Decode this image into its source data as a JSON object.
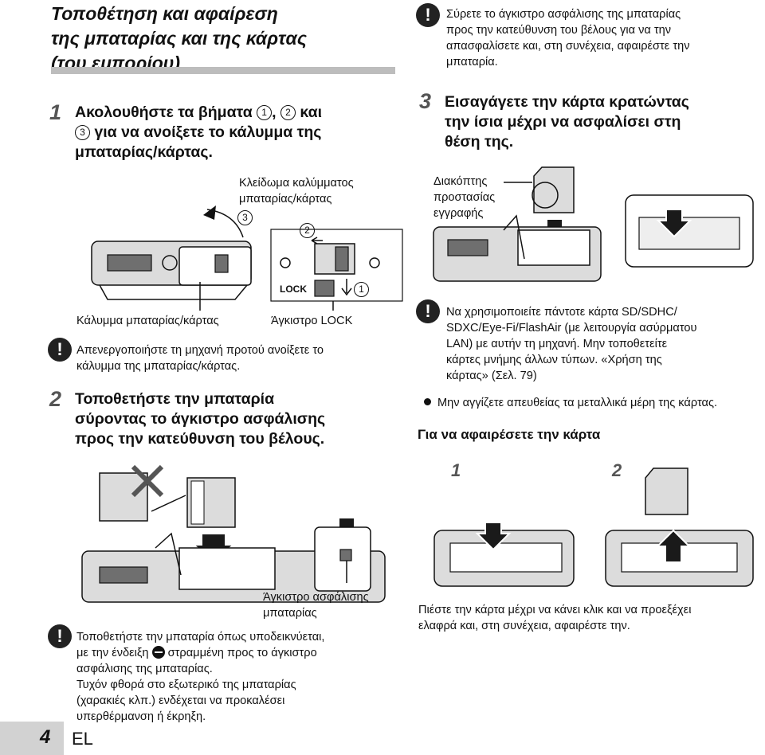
{
  "title": {
    "line1": "Τοποθέτηση και αφαίρεση",
    "line2": "της μπαταρίας και της κάρτας",
    "line3": "(του εμπορίου)"
  },
  "step1": {
    "num": "1",
    "part1": "Ακολουθήστε τα βήματα",
    "c1": "1",
    "sep": ",",
    "c2": "2",
    "and": "και",
    "c3": "3",
    "part2": "για να ανοίξετε το κάλυμμα της",
    "line3": "μπαταρίας/κάρτας."
  },
  "fig1": {
    "lock_label_line1": "Κλείδωμα καλύμματος",
    "lock_label_line2": "μπαταρίας/κάρτας",
    "n3": "3",
    "n2": "2",
    "n1": "1",
    "lock_text": "LOCK",
    "cover_label": "Κάλυμμα μπαταρίας/κάρτας",
    "knob_label": "Άγκιστρο LOCK"
  },
  "caution1": {
    "line1": "Απενεργοποιήστε τη μηχανή προτού ανοίξετε το",
    "line2": "κάλυμμα της μπαταρίας/κάρτας."
  },
  "step2": {
    "num": "2",
    "line1": "Τοποθετήστε την μπαταρία",
    "line2": "σύροντας το άγκιστρο ασφάλισης",
    "line3": "προς την κατεύθυνση του βέλους."
  },
  "fig2": {
    "latch_label_line1": "Άγκιστρο ασφάλισης",
    "latch_label_line2": "μπαταρίας"
  },
  "caution2": {
    "line1": "Τοποθετήστε την μπαταρία όπως υποδεικνύεται,",
    "line2a": "με την ένδειξη",
    "line2b": "στραμμένη προς το άγκιστρο",
    "line3": "ασφάλισης της μπαταρίας.",
    "line4": "Τυχόν φθορά στο εξωτερικό της μπαταρίας",
    "line5": "(χαρακιές κλπ.) ενδέχεται να προκαλέσει",
    "line6": "υπερθέρμανση ή έκρηξη."
  },
  "right_caution1": {
    "line1": "Σύρετε το άγκιστρο ασφάλισης της μπαταρίας",
    "line2": "προς την κατεύθυνση του βέλους για να την",
    "line3": "απασφαλίσετε και, στη συνέχεια, αφαιρέστε την",
    "line4": "μπαταρία."
  },
  "step3": {
    "num": "3",
    "line1": "Εισαγάγετε την κάρτα κρατώντας",
    "line2": "την ίσια μέχρι να ασφαλίσει στη",
    "line3": "θέση της."
  },
  "fig3": {
    "label_line1": "Διακόπτης",
    "label_line2": "προστασίας",
    "label_line3": "εγγραφής"
  },
  "right_caution2": {
    "line1": "Να χρησιμοποιείτε πάντοτε κάρτα SD/SDHC/",
    "line2": "SDXC/Eye-Fi/FlashAir (με λειτουργία ασύρματου",
    "line3": "LAN) με αυτήν τη μηχανή. Μην τοποθετείτε",
    "line4": "κάρτες μνήμης άλλων τύπων. «Χρήση της",
    "line5": "κάρτας» (Σελ. 79)"
  },
  "bullet": "Μην αγγίζετε απευθείας τα μεταλλικά μέρη της κάρτας.",
  "remove": {
    "heading": "Για να αφαιρέσετε την κάρτα",
    "n1": "1",
    "n2": "2",
    "text_line1": "Πιέστε την κάρτα μέχρι να κάνει κλικ και να προεξέχει",
    "text_line2": "ελαφρά και, στη συνέχεια, αφαιρέστε την."
  },
  "footer": {
    "page": "4",
    "lang": "EL"
  },
  "icons": {
    "caution": "!"
  }
}
